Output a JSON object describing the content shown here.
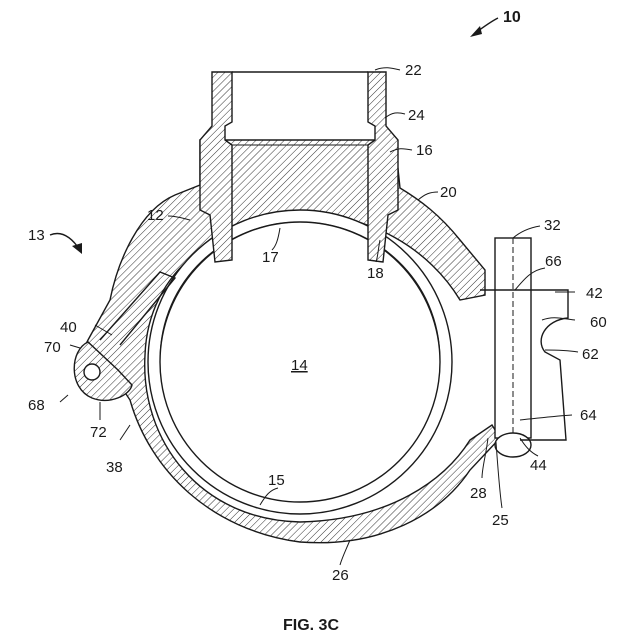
{
  "figure": {
    "caption": "FIG. 3C",
    "reference_numerals": {
      "n10": "10",
      "n13": "13",
      "n22": "22",
      "n24": "24",
      "n16": "16",
      "n20": "20",
      "n12": "12",
      "n17": "17",
      "n18": "18",
      "n32": "32",
      "n66": "66",
      "n42": "42",
      "n60": "60",
      "n62": "62",
      "n40": "40",
      "n70": "70",
      "n68": "68",
      "n72": "72",
      "n38": "38",
      "n14": "14",
      "n15": "15",
      "n64": "64",
      "n44": "44",
      "n28": "28",
      "n25": "25",
      "n26": "26"
    }
  }
}
